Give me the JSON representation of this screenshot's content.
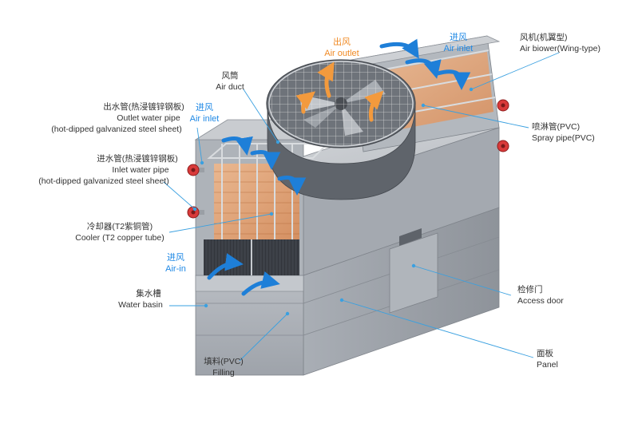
{
  "colors": {
    "leader": "#3aa0e0",
    "blue_text": "#1e88e5",
    "orange_text": "#f08a24",
    "label_text": "#333333",
    "air_arrow_blue": "#1e7fd8",
    "air_arrow_orange": "#f39a3d",
    "coil_copper": "#e9a878",
    "pipe_red": "#d93a3a"
  },
  "labels": {
    "air_outlet_cn": "出风",
    "air_outlet_en": "Air outlet",
    "air_inlet_top_right_cn": "进风",
    "air_inlet_top_right_en": "Air inlet",
    "blower_cn": "风机(机翼型)",
    "blower_en": "Air biower(Wing-type)",
    "duct_cn": "风筒",
    "duct_en": "Air duct",
    "outlet_pipe_cn": "出水管(热浸镀锌钢板)",
    "outlet_pipe_en": "Outlet water pipe",
    "outlet_pipe_note": "(hot-dipped galvanized steel sheet)",
    "air_inlet_left_cn": "进风",
    "air_inlet_left_en": "Air inlet",
    "inlet_pipe_cn": "进水管(热浸镀锌钢板)",
    "inlet_pipe_en": "Inlet water pipe",
    "inlet_pipe_note": "(hot-dipped galvanized steel sheet)",
    "spray_cn": "喷淋管(PVC)",
    "spray_en": "Spray pipe(PVC)",
    "cooler_cn": "冷却器(T2紫铜管)",
    "cooler_en": "Cooler (T2 copper tube)",
    "air_in_cn": "进风",
    "air_in_en": "Air-in",
    "basin_cn": "集水槽",
    "basin_en": "Water basin",
    "access_cn": "检修门",
    "access_en": "Access door",
    "panel_cn": "面板",
    "panel_en": "Panel",
    "filling_cn": "填料(PVC)",
    "filling_en": "Filling"
  },
  "icons": {
    "air_flow": "curved-arrow-icon",
    "pipe_flange": "flange-icon"
  }
}
